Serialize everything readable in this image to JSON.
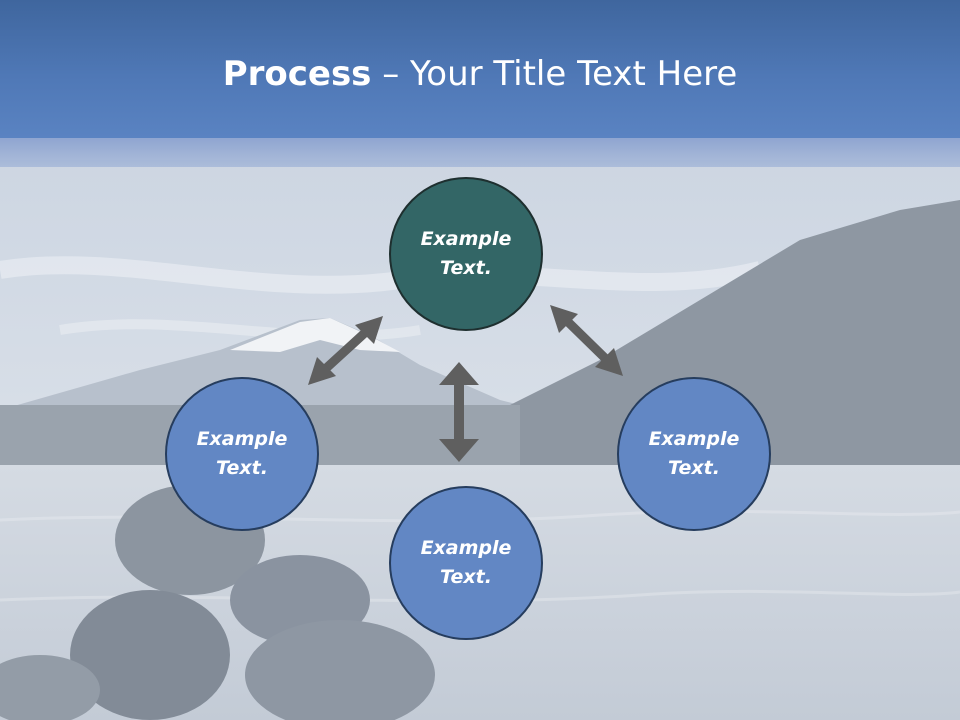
{
  "slide": {
    "title_bold": "Process",
    "title_rest": " – Your Title Text Here"
  },
  "diagram": {
    "nodes": [
      {
        "id": "top",
        "line1": "Example",
        "line2": "Text.",
        "color": "#336666"
      },
      {
        "id": "left",
        "line1": "Example",
        "line2": "Text.",
        "color": "#6287c4"
      },
      {
        "id": "right",
        "line1": "Example",
        "line2": "Text.",
        "color": "#6287c4"
      },
      {
        "id": "bottom",
        "line1": "Example",
        "line2": "Text.",
        "color": "#6287c4"
      }
    ],
    "arrow_color": "#5f5f5f",
    "arrows": [
      "top-left",
      "top-right",
      "center-vertical"
    ]
  }
}
